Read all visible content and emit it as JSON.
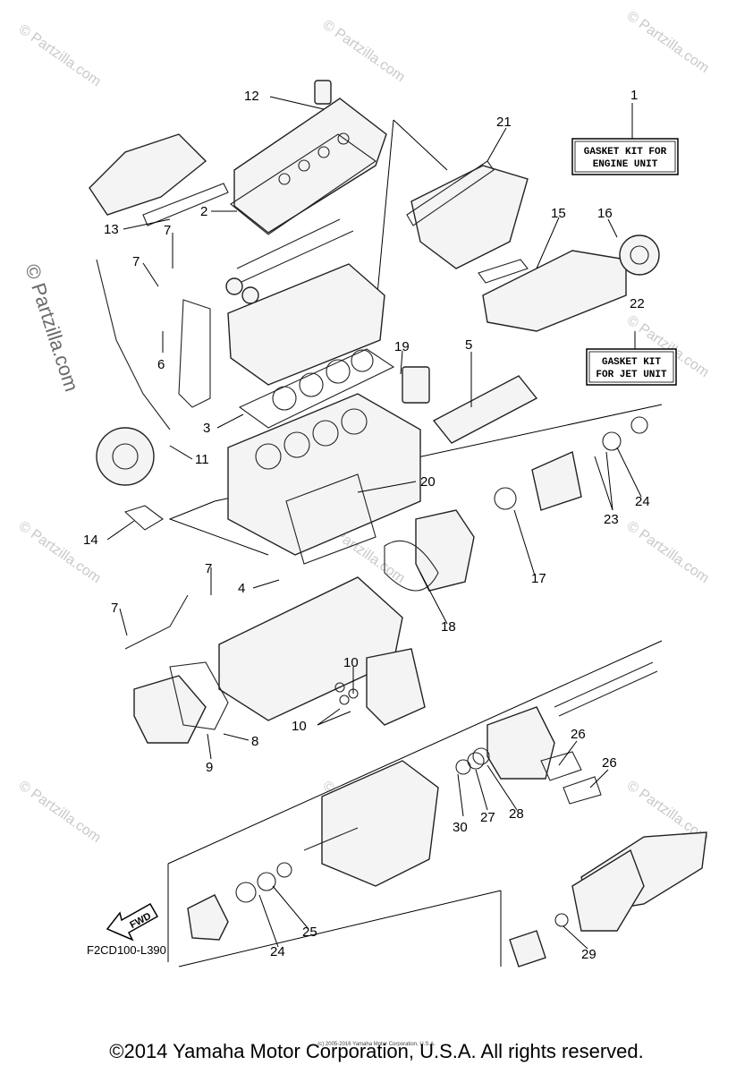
{
  "watermark": {
    "text": "© Partzilla.com"
  },
  "labels": [
    "1",
    "2",
    "3",
    "4",
    "5",
    "6",
    "7",
    "8",
    "9",
    "10",
    "11",
    "12",
    "13",
    "14",
    "15",
    "16",
    "17",
    "18",
    "19",
    "20",
    "21",
    "22",
    "23",
    "24",
    "25",
    "26",
    "27",
    "28",
    "29",
    "30"
  ],
  "kit_boxes": {
    "engine": {
      "line1": "GASKET KIT FOR",
      "line2": "ENGINE UNIT"
    },
    "jet": {
      "line1": "GASKET KIT",
      "line2": "FOR JET UNIT"
    }
  },
  "fwd_arrow": "FWD",
  "diagram_code": "F2CD100-L390",
  "footer": {
    "copyright": "©2014 Yamaha Motor Corporation, U.S.A. All rights reserved.",
    "small_copyright": "(c) 2005-2016 Yamaha Motor Corporation, U.S.A."
  }
}
